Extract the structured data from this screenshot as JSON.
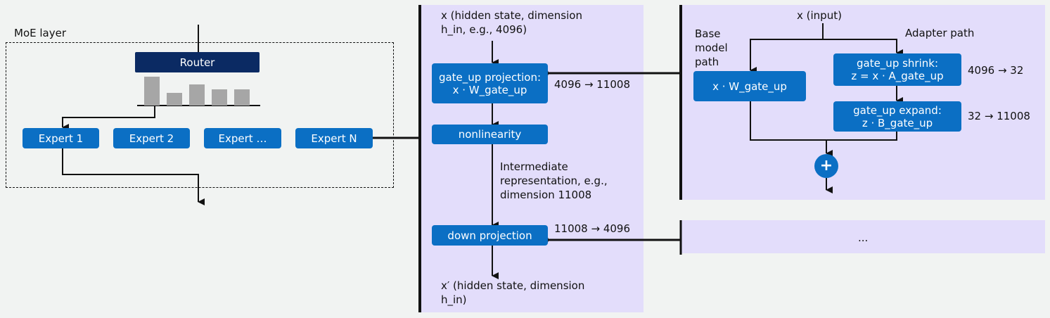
{
  "moe": {
    "label": "MoE layer",
    "router_label": "Router",
    "router_scores": [
      0.74,
      0.32,
      0.55,
      0.42,
      0.42
    ],
    "experts": [
      "Expert 1",
      "Expert 2",
      "Expert …",
      "Expert N"
    ]
  },
  "ffn": {
    "input_label": "x  (hidden state, dimension\nh_in, e.g., 4096)",
    "gate_up_label": "gate_up projection:\nx · W_gate_up",
    "gate_up_dims": "4096 → 11008",
    "nonlinearity_label": "nonlinearity",
    "intermediate_label": "Intermediate\nrepresentation, e.g.,\ndimension 11008",
    "down_label": "down projection",
    "down_dims": "11008 → 4096",
    "output_label": "x′  (hidden state, dimension\nh_in)"
  },
  "lora": {
    "input_label": "x  (input)",
    "base_path_label": "Base\nmodel\npath",
    "adapter_path_label": "Adapter path",
    "base_box": "x · W_gate_up",
    "shrink_box": "gate_up shrink:\nz = x · A_gate_up",
    "shrink_dims": "4096 → 32",
    "expand_box": "gate_up expand:\nz · B_gate_up",
    "expand_dims": "32 → 11008",
    "plus_symbol": "+",
    "colors": {
      "box": "#0b6fc4",
      "router": "#0b2a63",
      "panel": "#e3ddfb",
      "bar": "#a6a6a6"
    }
  },
  "down_detail": {
    "ellipsis": "..."
  }
}
